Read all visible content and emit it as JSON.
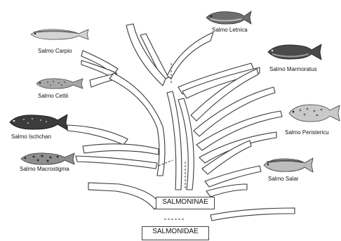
{
  "colors": {
    "branch_stroke": "#3a3a3a",
    "branch_fill": "#ffffff",
    "fish_dark": "#3c3c3c",
    "fish_mid": "#8a8a8a",
    "fish_light": "#cfcfcf",
    "box_border": "#444444"
  },
  "species": [
    {
      "label": "Salmo Letnica",
      "icon": "salmo-letnica-fish-illustration"
    },
    {
      "label": "Salmo Carpio",
      "icon": "salmo-carpio-fish-illustration"
    },
    {
      "label": "Salmo Marmoratus",
      "icon": "salmo-marmoratus-fish-illustration"
    },
    {
      "label": "Salmo Cettii",
      "icon": "salmo-cettii-fish-illustration"
    },
    {
      "label": "Salmo Peristericu",
      "icon": "salmo-peristericu-fish-illustration"
    },
    {
      "label": "Salmo Ischchan",
      "icon": "salmo-ischchan-fish-illustration"
    },
    {
      "label": "Salmo Macrostigma",
      "icon": "salmo-macrostigma-fish-illustration"
    },
    {
      "label": "Salmo Salar",
      "icon": "salmo-salar-fish-illustration"
    }
  ],
  "nodes": {
    "subfamily": "SALMONINAE",
    "family": "SALMONIDAE"
  }
}
